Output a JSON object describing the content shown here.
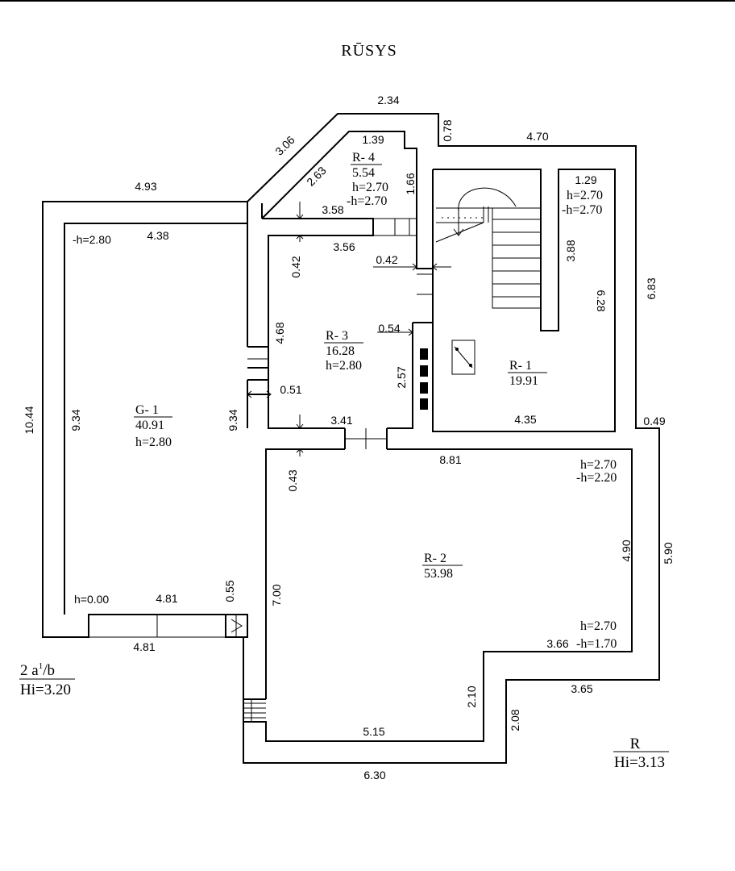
{
  "title": "RŪSYS",
  "rooms": {
    "g1": {
      "code": "G- 1",
      "area": "40.91",
      "height": "h=2.80"
    },
    "r1": {
      "code": "R- 1",
      "area": "19.91"
    },
    "r2": {
      "code": "R- 2",
      "area": "53.98"
    },
    "r3": {
      "code": "R- 3",
      "area": "16.28",
      "height": "h=2.80"
    },
    "r4": {
      "code": "R- 4",
      "area": "5.54",
      "height": "h=2.70",
      "neg_height": "-h=2.70"
    }
  },
  "heights": {
    "g1_top": "-h=2.80",
    "g1_bottom": "h=0.00",
    "r1_h": "h=2.70",
    "r1_neg": "-h=2.70",
    "r2_top_h": "h=2.70",
    "r2_top_neg": "-h=2.20",
    "r2_bot_h": "h=2.70",
    "r2_bot_neg": "-h=1.70"
  },
  "dimensions": {
    "d_2_34": "2.34",
    "d_0_78": "0.78",
    "d_4_70": "4.70",
    "d_3_06": "3.06",
    "d_1_39": "1.39",
    "d_2_63": "2.63",
    "d_1_66": "1.66",
    "d_4_93": "4.93",
    "d_3_58": "3.58",
    "d_4_38": "4.38",
    "d_1_29": "1.29",
    "d_3_56": "3.56",
    "d_0_42a": "0.42",
    "d_0_42b": "0.42",
    "d_3_88": "3.88",
    "d_6_83": "6.83",
    "d_6_28": "6.28",
    "d_4_68": "4.68",
    "d_0_54": "0.54",
    "d_10_44": "10.44",
    "d_9_34a": "9.34",
    "d_9_34b": "9.34",
    "d_2_57": "2.57",
    "d_0_51": "0.51",
    "d_4_35": "4.35",
    "d_0_49": "0.49",
    "d_3_41": "3.41",
    "d_8_81": "8.81",
    "d_0_43": "0.43",
    "d_4_90": "4.90",
    "d_5_90": "5.90",
    "d_7_00": "7.00",
    "d_0_55": "0.55",
    "d_4_81a": "4.81",
    "d_4_81b": "4.81",
    "d_3_66": "3.66",
    "d_3_65": "3.65",
    "d_2_10": "2.10",
    "d_2_08": "2.08",
    "d_5_15": "5.15",
    "d_6_30": "6.30"
  },
  "legend_left": {
    "line1": "2 a",
    "sup": "1",
    "line1b": "/b",
    "line2": "Hi=3.20"
  },
  "legend_right": {
    "line1": "R",
    "line2": "Hi=3.13"
  }
}
